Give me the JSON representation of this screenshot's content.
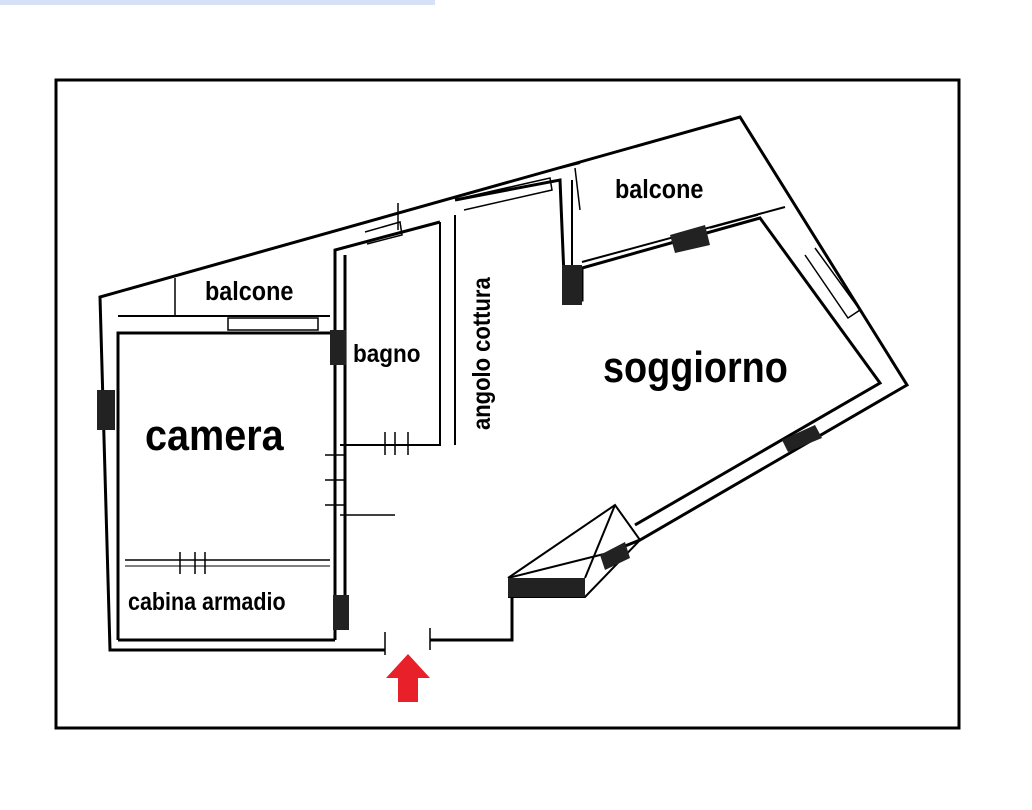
{
  "plan": {
    "rooms": {
      "balcone_left": "balcone",
      "balcone_right": "balcone",
      "bagno": "bagno",
      "angolo_cottura": "angolo cottura",
      "soggiorno": "soggiorno",
      "camera": "camera",
      "cabina_armadio": "cabina armadio"
    },
    "entrance_arrow_color": "#e8202a"
  }
}
